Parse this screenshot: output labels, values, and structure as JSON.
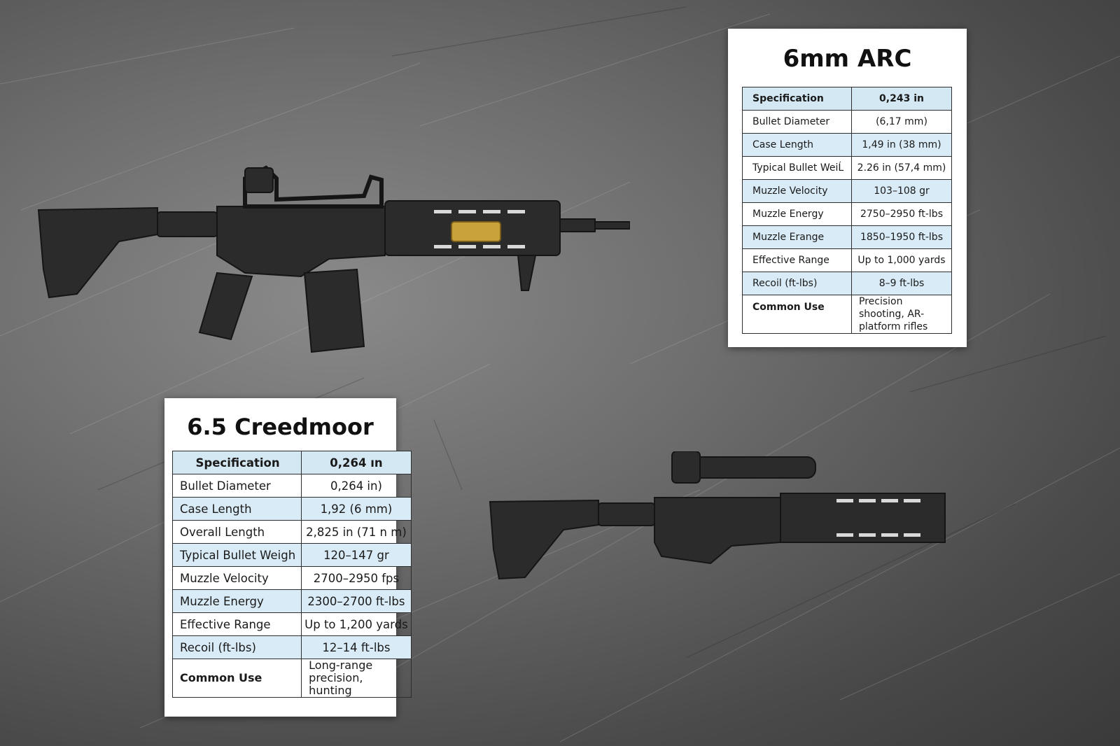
{
  "cards": [
    {
      "title": "6mm ARC",
      "header": {
        "label": "Specification",
        "value": "0,243 in"
      },
      "rows": [
        {
          "label": "Bullet Diameter",
          "value": "(6,17 mm)"
        },
        {
          "label": "Case Length",
          "value": "1,49 in (38 mm)"
        },
        {
          "label": "Typical Bullet WeiĹ",
          "value": "2.26 in (57,4 mm)"
        },
        {
          "label": "Muzzle Velocity",
          "value": "103–108 gr"
        },
        {
          "label": "Muzzle Energy",
          "value": "2750–2950 ft-lbs"
        },
        {
          "label": "Muzzle Erange",
          "value": "1850–1950 ft-lbs"
        },
        {
          "label": "Effective Range",
          "value": "Up to 1,000 yards"
        },
        {
          "label": "Recoil (ft-lbs)",
          "value": "8–9 ft-lbs"
        },
        {
          "label": "Common Use",
          "value": "Precision shooting, AR-platform rifles"
        }
      ]
    },
    {
      "title": "6.5 Creedmoor",
      "header": {
        "label": "Specification",
        "value": "0,264 ın"
      },
      "rows": [
        {
          "label": "Bullet Diameter",
          "value": "0,264 in)"
        },
        {
          "label": "Case Length",
          "value": "1,92 (6 mm)"
        },
        {
          "label": "Overall Length",
          "value": "2,825 in (71 n m)"
        },
        {
          "label": "Typical Bullet Weigh",
          "value": "120–147 gr"
        },
        {
          "label": "Muzzle Velocity",
          "value": "2700–2950 fps"
        },
        {
          "label": "Muzzle Energy",
          "value": "2300–2700 ft-lbs"
        },
        {
          "label": "Effective Range",
          "value": "Up to 1,200 yards"
        },
        {
          "label": "Recoil (ft-lbs)",
          "value": "12–14 ft-lbs"
        },
        {
          "label": "Common Use",
          "value": "Long-range precision, hunting"
        }
      ]
    }
  ],
  "colors": {
    "table_shade": "#d9ebf6",
    "rifle_body": "#2b2b2b",
    "brass": "#c9a23a"
  }
}
